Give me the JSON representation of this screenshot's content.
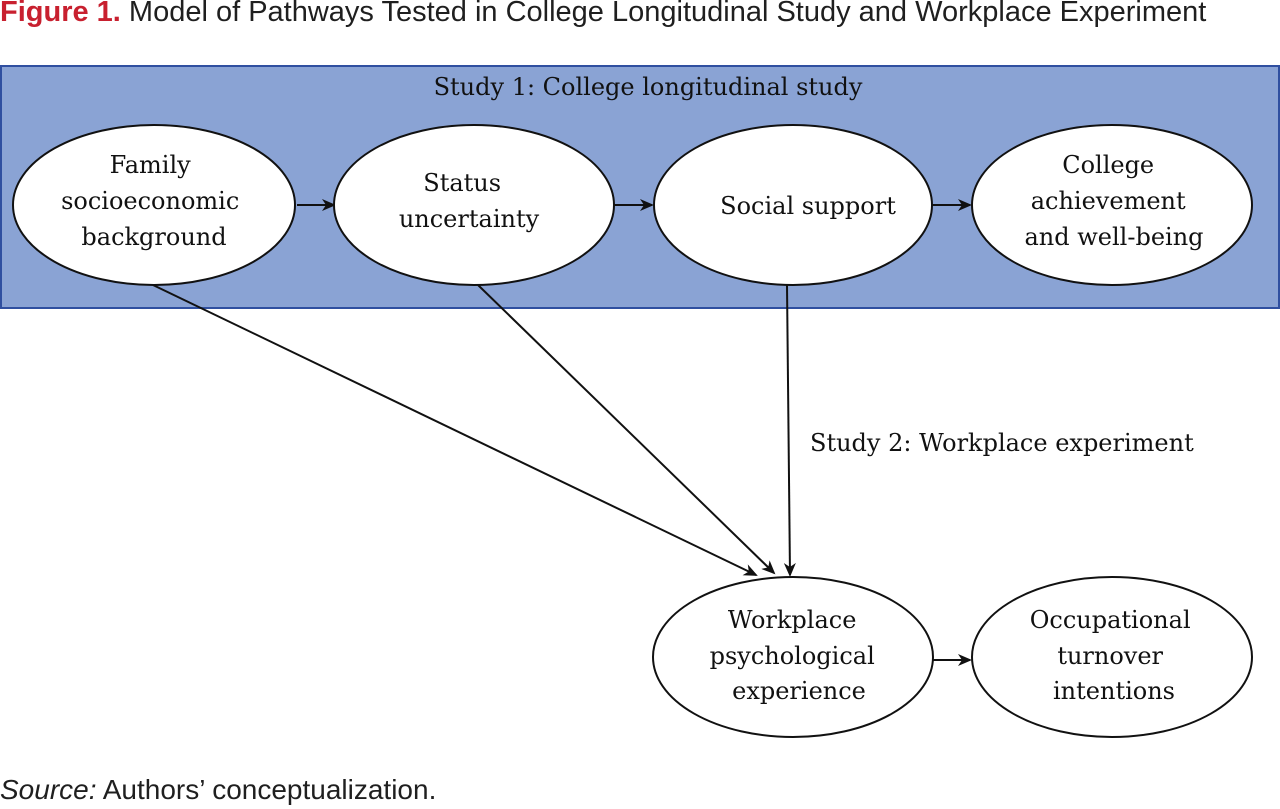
{
  "figure": {
    "label": "Figure 1.",
    "title": "Model of Pathways Tested in College Longitudinal Study and Workplace Experiment"
  },
  "study1": {
    "label": "Study 1: College longitudinal study",
    "fill_color": "#8aa3d4",
    "border_color": "#2f4fa0"
  },
  "study2": {
    "label": "Study 2: Workplace experiment"
  },
  "nodes": {
    "family_ses": [
      "Family",
      "socioeconomic",
      "background"
    ],
    "status_uncertainty": [
      "Status",
      "uncertainty"
    ],
    "social_support": [
      "Social support"
    ],
    "college_outcomes": [
      "College",
      "achievement",
      "and well-being"
    ],
    "workplace_experience": [
      "Workplace",
      "psychological",
      "experience"
    ],
    "turnover_intentions": [
      "Occupational",
      "turnover",
      "intentions"
    ]
  },
  "source": {
    "label": "Source:",
    "text": " Authors’ conceptualization."
  }
}
